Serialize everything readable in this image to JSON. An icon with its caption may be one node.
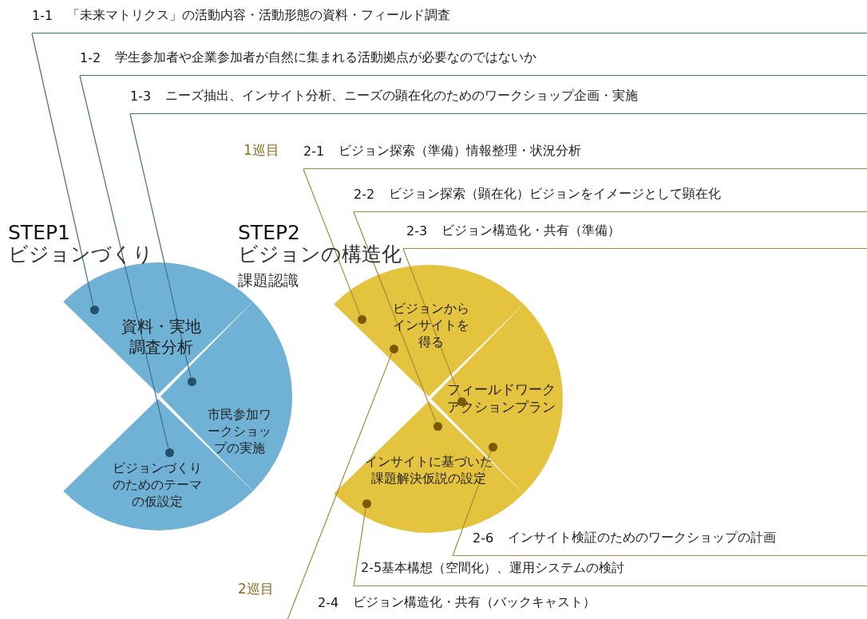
{
  "diagram": {
    "nodes": [
      {
        "text": [
          "1-1",
          "「未来マトリクス」の活動内容・活動形態の資料・フィールド調査"
        ]
      },
      {
        "text": [
          "1-2",
          "学生参加者や企業参加者が自然に集まれる活動拠点が必要なのではないか"
        ]
      },
      {
        "text": [
          "1-3",
          "ニーズ抽出、インサイト分析、ニーズの顕在化のためのワークショップ企画・実施"
        ]
      },
      {
        "text": [
          "2-1",
          "ビジョン探索（準備）情報整理・状況分析"
        ]
      },
      {
        "text": [
          "2-2",
          "ビジョン探索（顕在化）ビジョンをイメージとして顕在化"
        ]
      },
      {
        "text": [
          "2-3",
          "ビジョン構造化・共有（準備）"
        ]
      },
      {
        "text": [
          "資料・実地調査分析"
        ]
      },
      {
        "text": [
          "市民参加ワークショップの実施"
        ]
      },
      {
        "text": [
          "ビジョンづくりのためのテーマの仮設定"
        ]
      },
      {
        "text": [
          "ビジョンからインサイトを得る"
        ]
      },
      {
        "text": [
          "フィールドワークアクションプラン"
        ]
      },
      {
        "text": [
          "インサイトに基づいた課題解決仮説の設定"
        ]
      },
      {
        "text": [
          "2-6",
          "インサイト検証のためのワークショップの計画"
        ]
      },
      {
        "text": [
          "2-5基本構想（空間化）、運用システムの検討"
        ]
      },
      {
        "text": [
          "2-4",
          "ビジョン構造化・共有（バックキャスト）"
        ]
      },
      {
        "text": [],
        "shape": "circle",
        "in": 6
      },
      {
        "text": [],
        "shape": "circle",
        "in": 7
      },
      {
        "text": [],
        "shape": "circle",
        "in": 8
      },
      {
        "text": [],
        "shape": "circle",
        "in": 9
      },
      {
        "text": [],
        "shape": "circle",
        "in": 9
      },
      {
        "text": [],
        "shape": "circle",
        "in": 10
      },
      {
        "text": [],
        "shape": "circle",
        "in": 10
      },
      {
        "text": [],
        "shape": "circle",
        "in": 11
      },
      {
        "text": [],
        "shape": "circle",
        "in": 11
      }
    ],
    "edges": [
      {
        "from": 0,
        "to": 15,
        "arrow": "none",
        "color": "#41708f"
      },
      {
        "from": 1,
        "to": 17,
        "arrow": "none",
        "color": "#41708f"
      },
      {
        "from": 2,
        "to": 16,
        "arrow": "none",
        "color": "#41708f"
      },
      {
        "from": 3,
        "to": 18,
        "arrow": "none"
      },
      {
        "from": 4,
        "to": 22,
        "arrow": "none"
      },
      {
        "from": 5,
        "to": 20,
        "arrow": "none"
      },
      {
        "from": 14,
        "to": 19,
        "arrow": "none"
      },
      {
        "from": 13,
        "to": 23,
        "arrow": "none"
      },
      {
        "from": 12,
        "to": 21,
        "arrow": "none"
      }
    ],
    "labels": [
      "STEP1",
      "ビジョンづくり",
      "STEP2",
      "ビジョンの構造化",
      "課題認識",
      "1巡目",
      "2巡目"
    ]
  }
}
